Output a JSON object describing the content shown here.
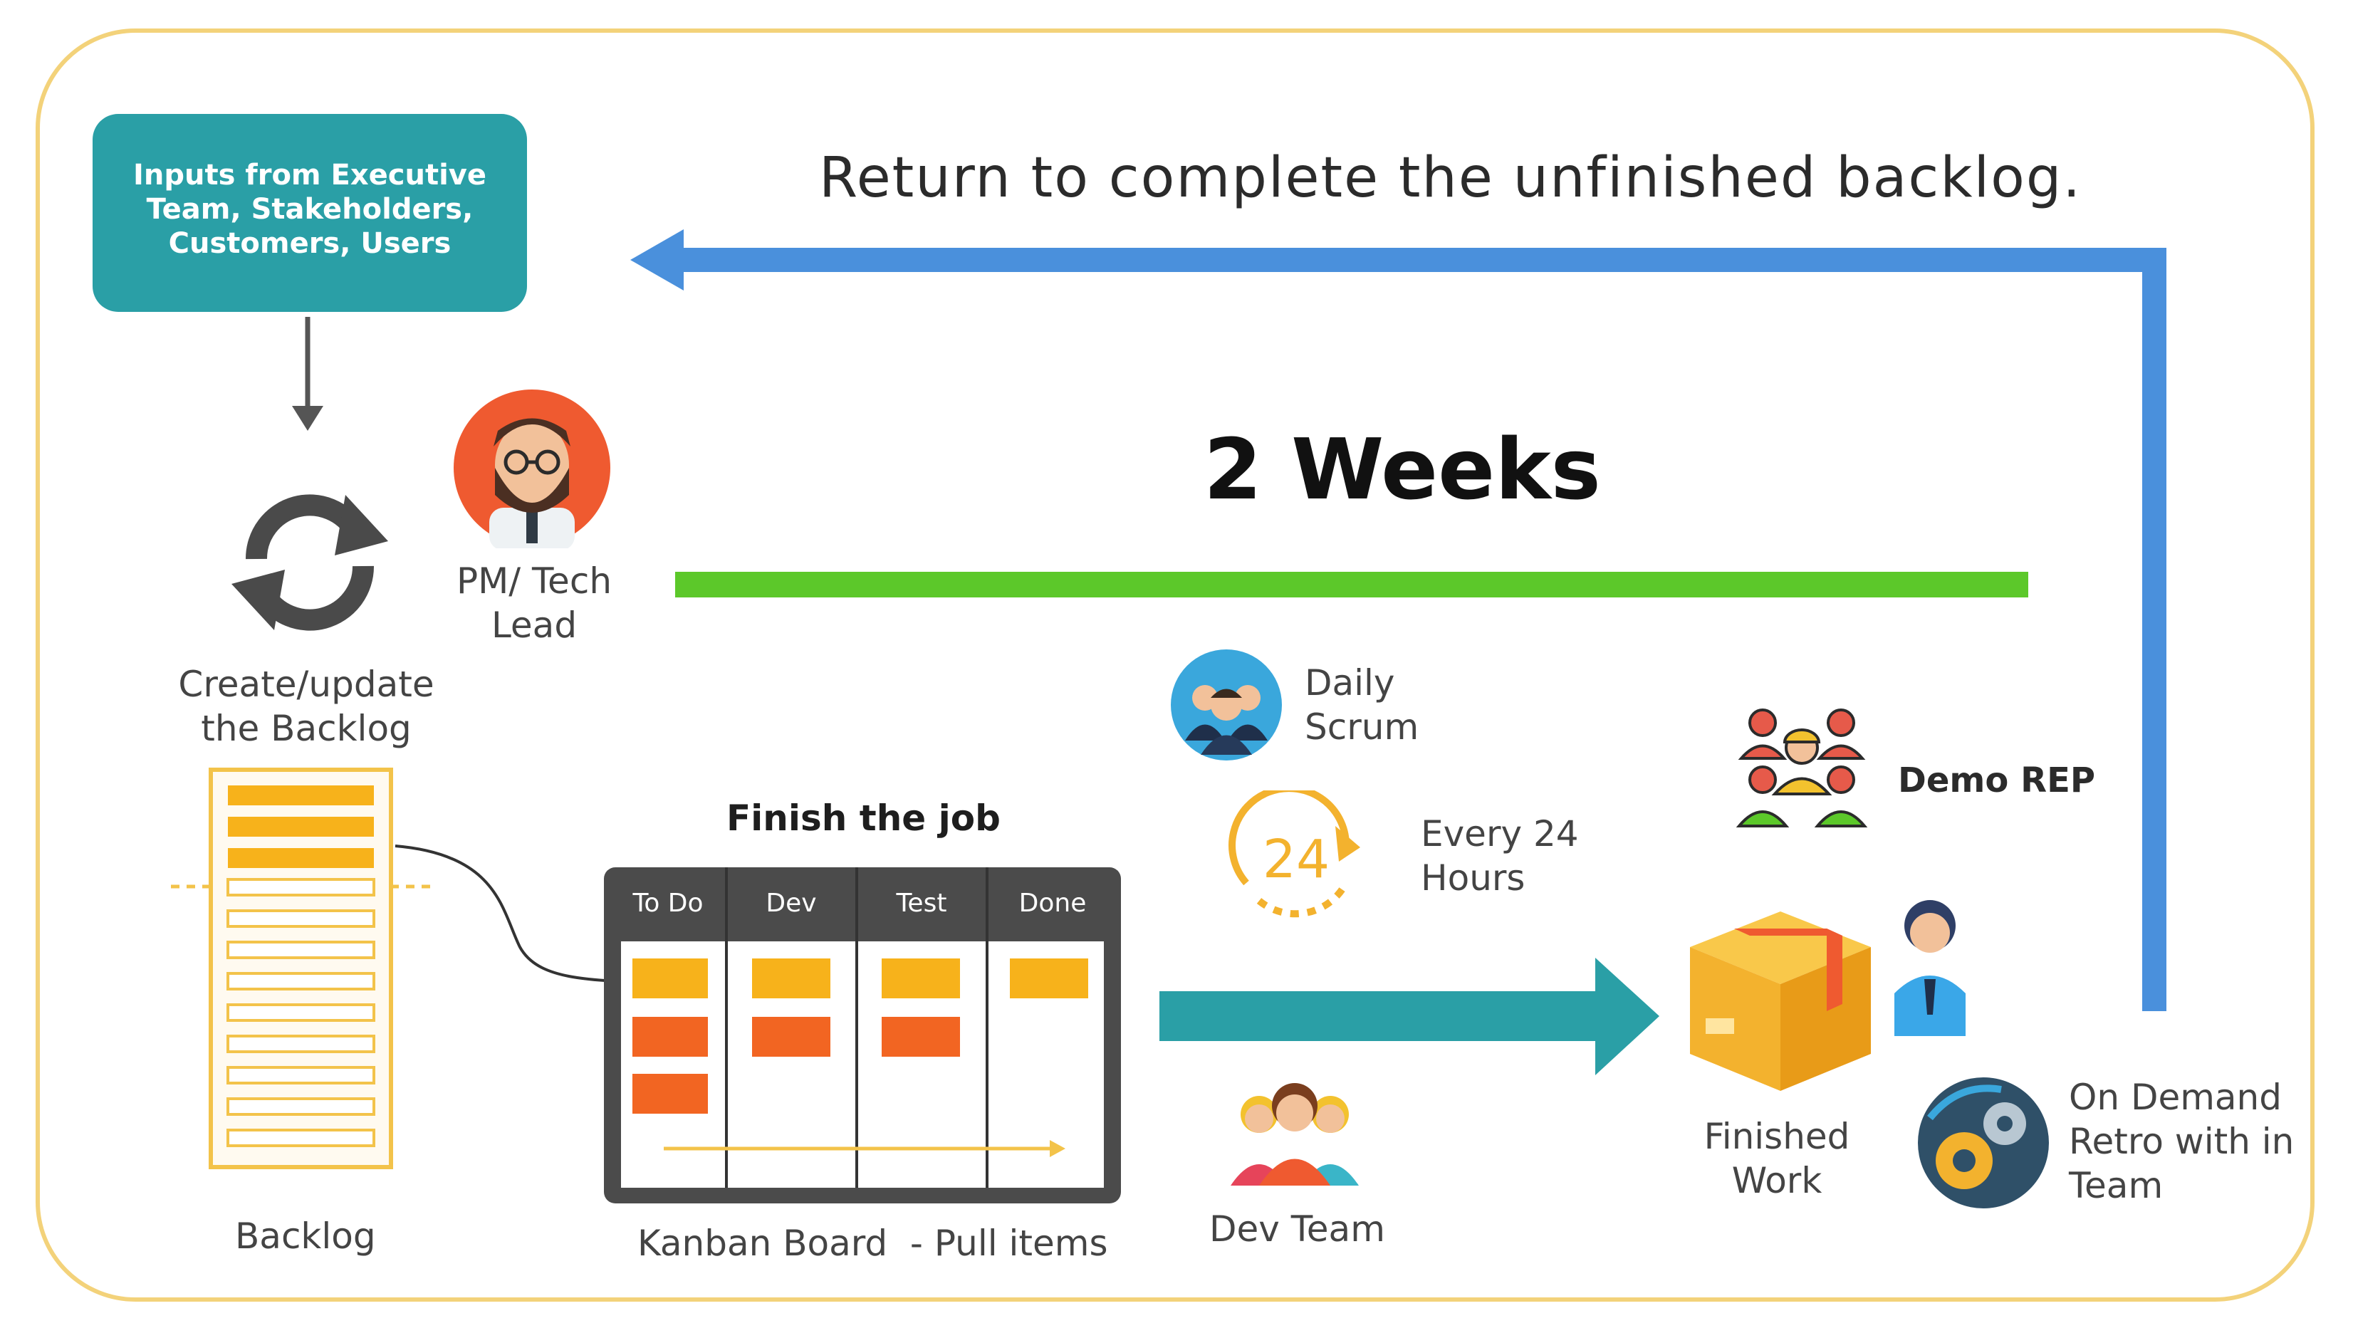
{
  "inputs_box": "Inputs from Executive\nTeam, Stakeholders,\nCustomers, Users",
  "return_label": "Return to complete the unfinished backlog.",
  "duration_label": "2 Weeks",
  "pm_label": "PM/ Tech\nLead",
  "backlog_cycle_label": "Create/update\nthe Backlog",
  "backlog_label": "Backlog",
  "finish_label": "Finish the job",
  "kanban": {
    "columns": [
      "To Do",
      "Dev",
      "Test",
      "Done"
    ],
    "caption": "Kanban Board  - Pull items"
  },
  "daily_scrum_label": "Daily\nScrum",
  "clock_number": "24",
  "every_label": "Every 24\nHours",
  "demo_label": "Demo REP",
  "dev_team_label": "Dev Team",
  "finished_label": "Finished\nWork",
  "retro_label": "On Demand\nRetro with in\nTeam",
  "colors": {
    "teal": "#2a9fa6",
    "blue_arrow": "#4a90dc",
    "green_bar": "#5cc82a",
    "frame": "#f3d27a",
    "card_yellow": "#f7b21b",
    "card_orange": "#f26522"
  }
}
